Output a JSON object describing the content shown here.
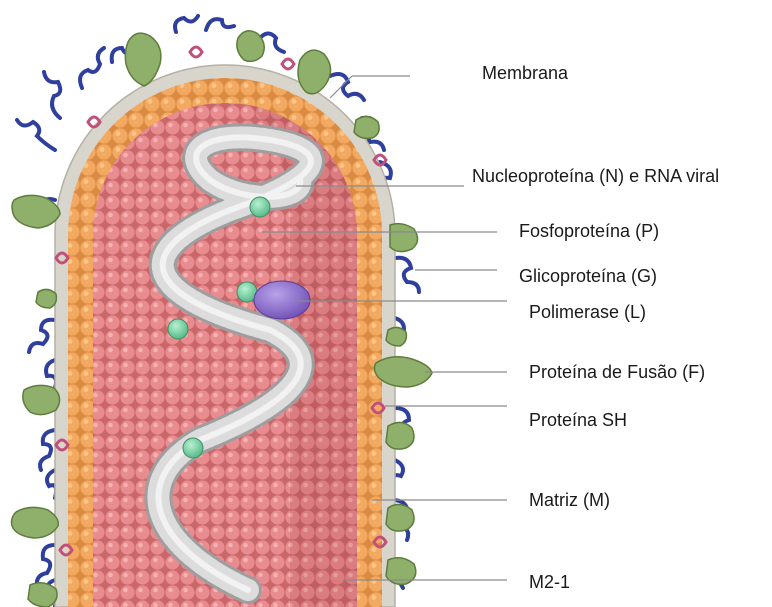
{
  "labels": {
    "membrane": "Membrana",
    "nucleoprotein": "Nucleoproteína (N) e RNA viral",
    "phosphoprotein": "Fosfoproteína (P)",
    "glycoprotein": "Glicoproteína (G)",
    "polymerase": "Polimerase (L)",
    "fusion_protein": "Proteína de Fusão (F)",
    "sh_protein": "Proteína SH",
    "matrix": "Matriz (M)",
    "m2_1": "M2-1"
  },
  "colors": {
    "membrane": "#d8d5cc",
    "matrix": "#f3a95f",
    "interior": "#dd7b7e",
    "interior_sphere": "#ec9799",
    "nucleocapsid": "#d0d0d0",
    "phosphoprotein": "#7dd3a8",
    "polymerase": "#8f6fcf",
    "glycoprotein_strand": "#2e3f9e",
    "fusion_protein": "#8fb06a",
    "sh_protein": "#c24f7a",
    "leader_line": "#8a8a8a"
  }
}
